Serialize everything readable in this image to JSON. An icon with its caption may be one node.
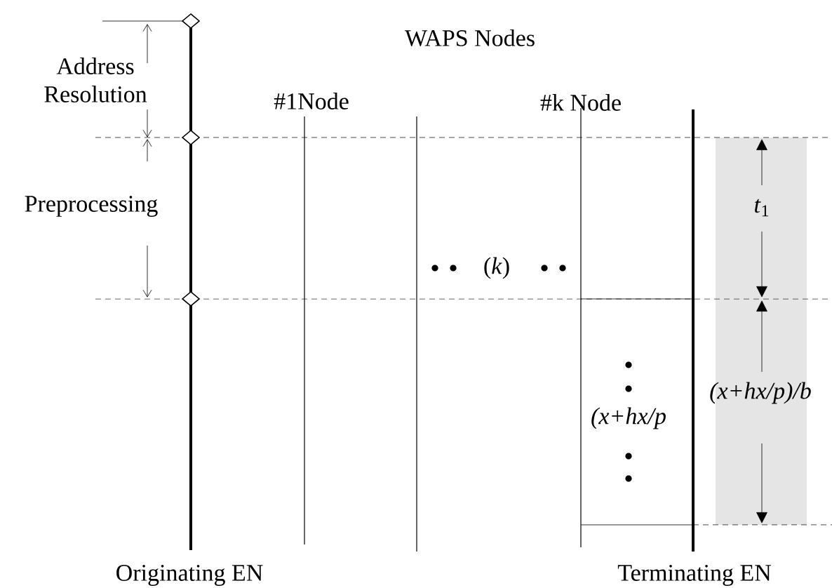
{
  "diagram": {
    "labels": [
      "Address Resolution",
      "WAPS Nodes",
      "#1Node",
      "#k Node",
      "Preprocessing",
      "(*k*)",
      "*t*$_{1}$",
      "(x+hx/p",
      "(x+hx/p)/b",
      "Originating EN",
      "Terminating EN"
    ]
  }
}
